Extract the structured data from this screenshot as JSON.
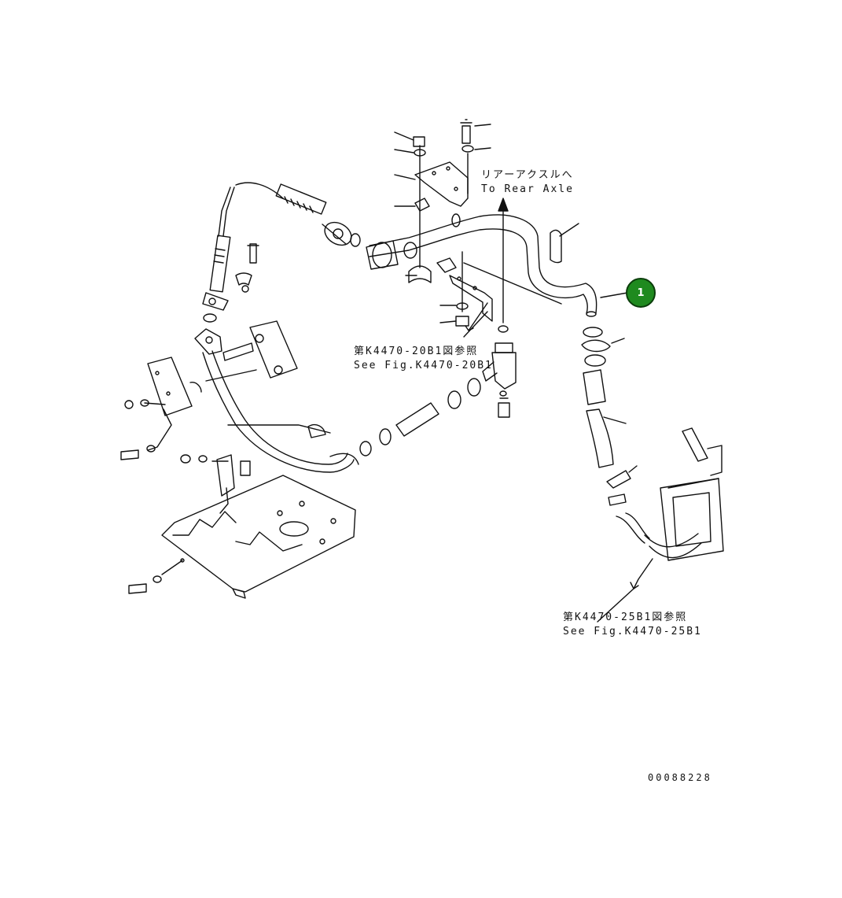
{
  "labels": {
    "to_rear_axle_jp": "リアーアクスルへ",
    "to_rear_axle_en": "To Rear Axle",
    "ref_20b1_jp": "第K4470-20B1図参照",
    "ref_20b1_en": "See Fig.K4470-20B1",
    "ref_25b1_jp": "第K4470-25B1図参照",
    "ref_25b1_en": "See Fig.K4470-25B1",
    "drawing_number": "00088228"
  },
  "callouts": [
    {
      "number": "1",
      "color": "#1f8a1f"
    }
  ]
}
